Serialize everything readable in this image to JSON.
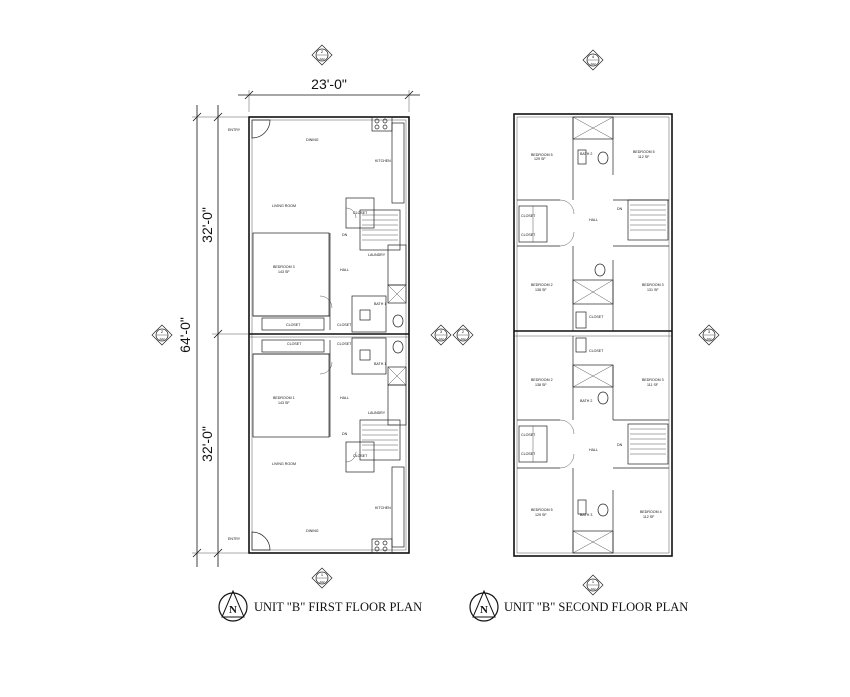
{
  "plans": {
    "first": {
      "title": "UNIT \"B\" FIRST FLOOR PLAN",
      "dims": {
        "width": "23'-0\"",
        "total": "64'-0\"",
        "upper": "32'-0\"",
        "lower": "32'-0\""
      },
      "rooms": {
        "entry_top": "ENTRY",
        "dining_top": "DINING",
        "kitchen_top": "KITCHEN",
        "living_top": "LIVING ROOM",
        "closet_a": "CLOSET",
        "dn_top": "DN",
        "bedroom3": "BEDROOM 3",
        "bedroom3_sf": "143 SF",
        "laundry_top": "LAUNDRY",
        "hall_top": "HALL",
        "bath1": "BATH 1",
        "closet_b": "CLOSET",
        "closet_c": "CLOSET",
        "closet_d": "CLOSET",
        "closet_e": "CLOSET",
        "bath1b": "BATH 1",
        "bedroom1": "BEDROOM 1",
        "bedroom1_sf": "143 SF",
        "hall_bot": "HALL",
        "laundry_bot": "LAUNDRY",
        "dn_bot": "DN",
        "closet_f": "CLOSET",
        "living_bot": "LIVING ROOM",
        "kitchen_bot": "KITCHEN",
        "dining_bot": "DINING",
        "entry_bot": "ENTRY"
      }
    },
    "second": {
      "title": "UNIT \"B\" SECOND FLOOR PLAN",
      "rooms": {
        "bed5_top": "BEDROOM 5",
        "bed5_top_sf": "129 SF",
        "bath2_top": "BATH 2",
        "bed5b_top": "BEDROOM 5",
        "bed5b_top_sf": "112 SF",
        "closet1": "CLOSET",
        "closet2": "CLOSET",
        "hall_top": "HALL",
        "dn_top": "DN",
        "bed2_top": "BEDROOM 2",
        "bed2_top_sf": "138 SF",
        "bed3_top": "BEDROOM 3",
        "bed3_top_sf": "131 SF",
        "closet3": "CLOSET",
        "closet4": "CLOSET",
        "bed2_bot": "BEDROOM 2",
        "bed2_bot_sf": "138 SF",
        "bath2_bot": "BATH 2",
        "bed3_bot": "BEDROOM 3",
        "bed3_bot_sf": "111 SF",
        "closet5": "CLOSET",
        "closet6": "CLOSET",
        "hall_bot": "HALL",
        "dn_bot": "DN",
        "bed5_bot": "BEDROOM 5",
        "bed5_bot_sf": "129 SF",
        "bath3": "BATH 3",
        "bed4": "BEDROOM 4",
        "bed4_sf": "112 SF"
      }
    }
  },
  "markers": {
    "sheet": "A02",
    "m1": "1",
    "m2": "2",
    "m3": "3",
    "m4": "4"
  }
}
